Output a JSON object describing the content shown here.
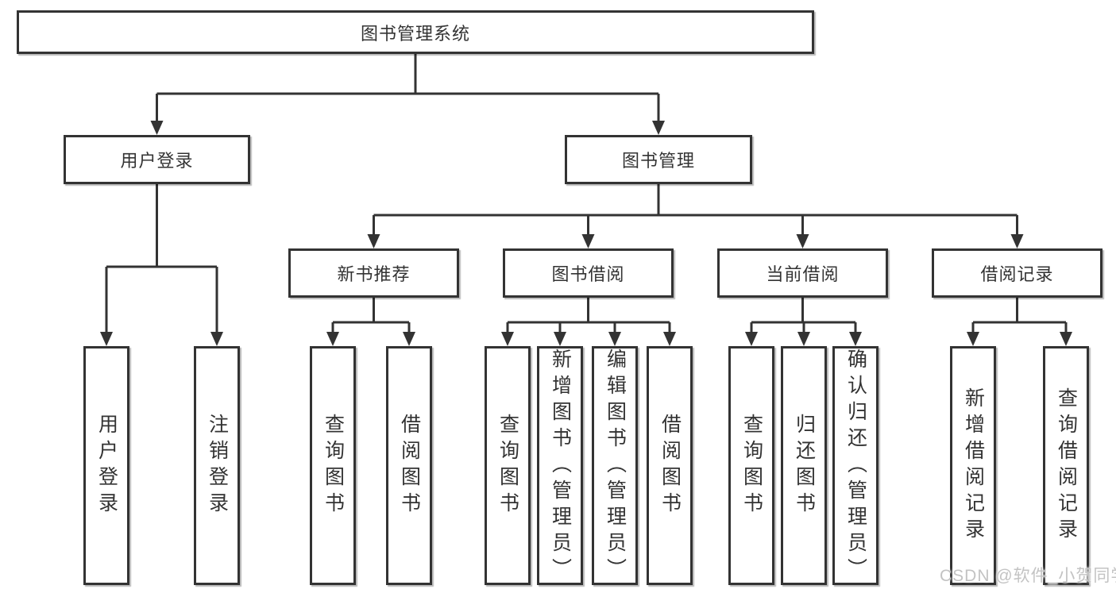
{
  "diagram": {
    "root": {
      "label": "图书管理系统"
    },
    "level2": [
      {
        "label": "用户登录"
      },
      {
        "label": "图书管理"
      }
    ],
    "level3": [
      {
        "label": "新书推荐"
      },
      {
        "label": "图书借阅"
      },
      {
        "label": "当前借阅"
      },
      {
        "label": "借阅记录"
      }
    ],
    "leaves": {
      "user_login": [
        "用户登录",
        "注销登录"
      ],
      "new_book": [
        "查询图书",
        "借阅图书"
      ],
      "book_borrow": [
        "查询图书",
        "新增图书（管理员）",
        "编辑图书（管理员）",
        "借阅图书"
      ],
      "current_borrow": [
        "查询图书",
        "归还图书",
        "确认归还（管理员）"
      ],
      "borrow_records": [
        "新增借阅记录",
        "查询借阅记录"
      ]
    },
    "watermark": "CSDN @软件_小贺同学",
    "colors": {
      "line": "#333333",
      "text": "#333333",
      "watermark": "#c3c3c3",
      "background": "#ffffff"
    }
  }
}
